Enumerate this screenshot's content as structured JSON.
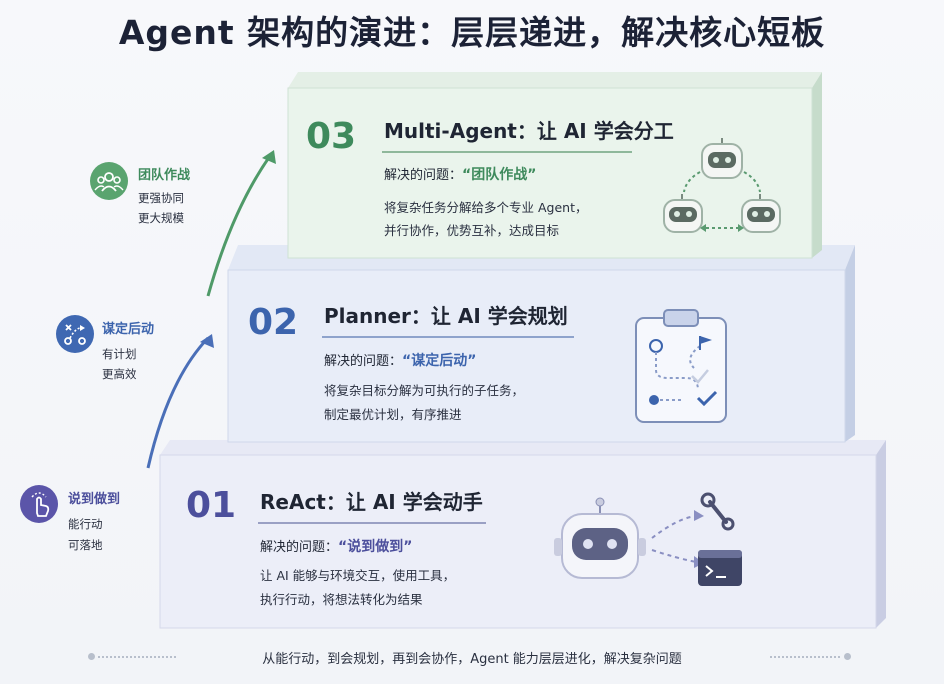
{
  "title": "Agent 架构的演进：层层递进，解决核心短板",
  "steps": [
    {
      "num": "03",
      "title": "Multi-Agent：让 AI 学会分工",
      "problem_prefix": "解决的问题：",
      "problem_quote": "“团队作战”",
      "desc1": "将复杂任务分解给多个专业 Agent，",
      "desc2": "并行协作，优势互补，达成目标",
      "accent": "#3e8a5c"
    },
    {
      "num": "02",
      "title": "Planner：让 AI 学会规划",
      "problem_prefix": "解决的问题：",
      "problem_quote": "“谋定后动”",
      "desc1": "将复杂目标分解为可执行的子任务，",
      "desc2": "制定最优计划，有序推进",
      "accent": "#3c64ad"
    },
    {
      "num": "01",
      "title": "ReAct：让 AI 学会动手",
      "problem_prefix": "解决的问题：",
      "problem_quote": "“说到做到”",
      "desc1": "让 AI 能够与环境交互，使用工具，",
      "desc2": "执行行动，将想法转化为结果",
      "accent": "#4c4f9c"
    }
  ],
  "side": [
    {
      "title": "团队作战",
      "line1": "更强协同",
      "line2": "更大规模",
      "icon": "team-icon",
      "color": "#4f9a68"
    },
    {
      "title": "谋定后动",
      "line1": "有计划",
      "line2": "更高效",
      "icon": "route-icon",
      "color": "#3c64ad"
    },
    {
      "title": "说到做到",
      "line1": "能行动",
      "line2": "可落地",
      "icon": "tap-icon",
      "color": "#5a55a8"
    }
  ],
  "footer": "从能行动，到会规划，再到会协作，Agent 能力层层进化，解决复杂问题"
}
